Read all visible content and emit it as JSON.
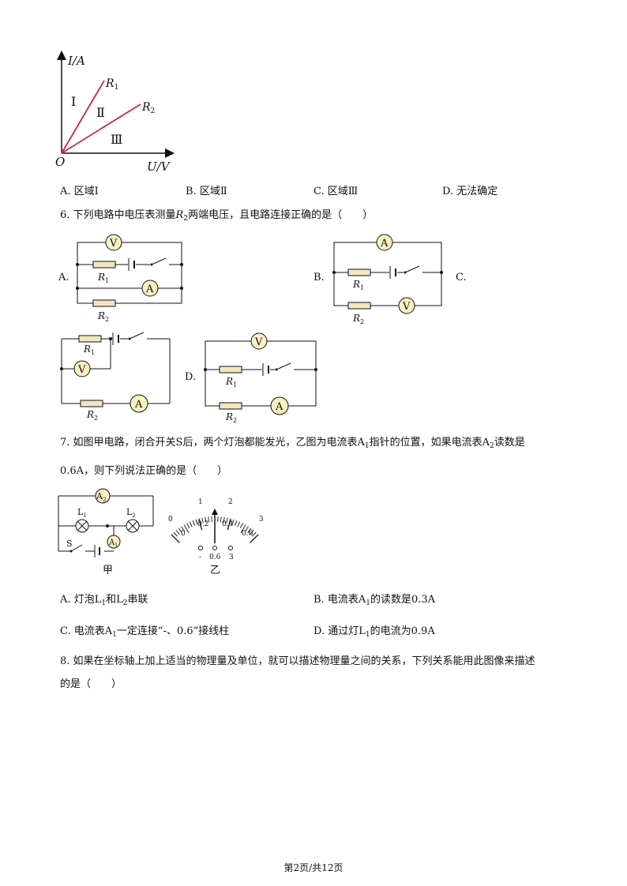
{
  "graph": {
    "y_axis_label": "I/A",
    "x_axis_label": "U/V",
    "origin_label": "O",
    "line1_label": "R",
    "line1_sub": "1",
    "line2_label": "R",
    "line2_sub": "2",
    "region1": "Ⅰ",
    "region2": "Ⅱ",
    "region3": "Ⅲ"
  },
  "q5_options": [
    {
      "letter": "A.",
      "text": "区域Ⅰ"
    },
    {
      "letter": "B.",
      "text": "区域Ⅱ"
    },
    {
      "letter": "C.",
      "text": "区域Ⅲ"
    },
    {
      "letter": "D.",
      "text": "无法确定"
    }
  ],
  "q6": {
    "stem_pre": "6. 下列电路中电压表测量",
    "stem_r": "R",
    "stem_sub": "2",
    "stem_post": "两端电压，且电路连接正确的是（　　）",
    "labels": {
      "A": "A.",
      "B": "B.",
      "C": "C.",
      "D": "D."
    },
    "voltmeter": "V",
    "ammeter": "A",
    "r": "R",
    "sub1": "1",
    "sub2": "2"
  },
  "q7": {
    "line1_pre": "7. 如图甲电路，闭合开关",
    "line1_s": "S",
    "line1_mid": "后，两个灯泡都能发光，乙图为电流表",
    "line1_a": "A",
    "line1_a_sub": "1",
    "line1_mid2": "指针的位置，如果电流表",
    "line1_a2": "A",
    "line1_a2_sub": "2",
    "line1_post": "读数是",
    "line2_val": "0.6A",
    "line2_post": "，则下列说法正确的是（　　）",
    "fig_jia": {
      "a2": "A",
      "a2_sub": "2",
      "l1": "L",
      "l1_sub": "1",
      "l2": "L",
      "l2_sub": "2",
      "a1": "A",
      "a1_sub": "1",
      "s": "S",
      "caption": "甲"
    },
    "fig_yi": {
      "outer_ticks": [
        "0",
        "1",
        "2",
        "3"
      ],
      "inner_ticks": [
        "0",
        "0.2",
        "0.4",
        "0.6"
      ],
      "terminals": [
        "-",
        "0.6",
        "3"
      ],
      "caption": "乙"
    },
    "options": [
      {
        "letter": "A.",
        "pre": "灯泡",
        "l1": "L",
        "l1_sub": "1",
        "mid": "和",
        "l2": "L",
        "l2_sub": "2",
        "post": "串联"
      },
      {
        "letter": "B.",
        "pre": "电流表",
        "a": "A",
        "a_sub": "1",
        "post": "的读数是",
        "val": "0.3A"
      },
      {
        "letter": "C.",
        "pre": "电流表",
        "a": "A",
        "a_sub": "1",
        "post": "一定连接“-、0.6”接线柱"
      },
      {
        "letter": "D.",
        "pre": "通过灯",
        "l": "L",
        "l_sub": "1",
        "post": "的电流为",
        "val": "0.9A"
      }
    ]
  },
  "q8": {
    "line1": "8. 如果在坐标轴上加上适当的物理量及单位，就可以描述物理量之间的关系，下列关系能用此图像来描述",
    "line2": "的是（　　）"
  },
  "footer": "第2页/共12页",
  "colors": {
    "resistor_fill": "#f3e6bf",
    "meter_fill": "#fbf0c3",
    "graph_line": "#c8264a"
  }
}
